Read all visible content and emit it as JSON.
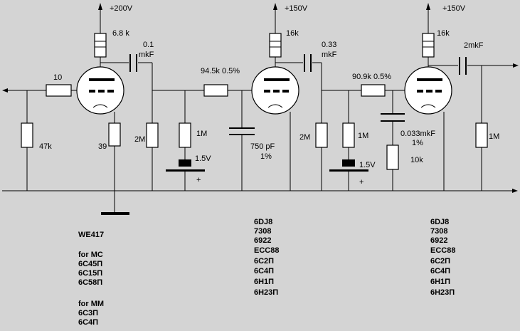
{
  "rails": {
    "b1": "+200V",
    "b2": "+150V",
    "b3": "+150V"
  },
  "components": {
    "r_plate1": "6.8 k",
    "c_coupling1_a": "0.1",
    "c_coupling1_b": "mkF",
    "r_grid_stop": "10",
    "r_input": "47k",
    "r_cathode1": "39",
    "r_grid_leak1": "2M",
    "r_bias1": "1M",
    "bias1": "1.5V",
    "r_eq1": "94.5k 0.5%",
    "c_eq1_a": "750  pF",
    "c_eq1_b": "1%",
    "r_plate2": "16k",
    "c_coupling2_a": "0.33",
    "c_coupling2_b": "mkF",
    "r_grid_leak2": "2M",
    "r_bias2": "1M",
    "bias2": "1.5V",
    "r_eq2": "90.9k 0.5%",
    "c_eq2_a": "0.033mkF",
    "c_eq2_b": "1%",
    "r_eq2_series": "10k",
    "r_plate3": "16k",
    "c_output": "2mkF",
    "r_output": "1M",
    "plus1": "+",
    "plus2": "+"
  },
  "tube_lists": {
    "stage1": [
      "WE417",
      "",
      "for MC",
      "6С45П",
      "6С15П",
      "6С58П",
      "",
      "for MM",
      "6С3П",
      "6С4П"
    ],
    "stage2": [
      "6DJ8",
      "7308",
      "6922",
      "ECC88",
      "6С2П",
      "6С4П",
      "6Н1П",
      "6Н23П"
    ],
    "stage3": [
      "6DJ8",
      "7308",
      "6922",
      "ECC88",
      "6С2П",
      "6С4П",
      "6Н1П",
      "6Н23П"
    ]
  }
}
